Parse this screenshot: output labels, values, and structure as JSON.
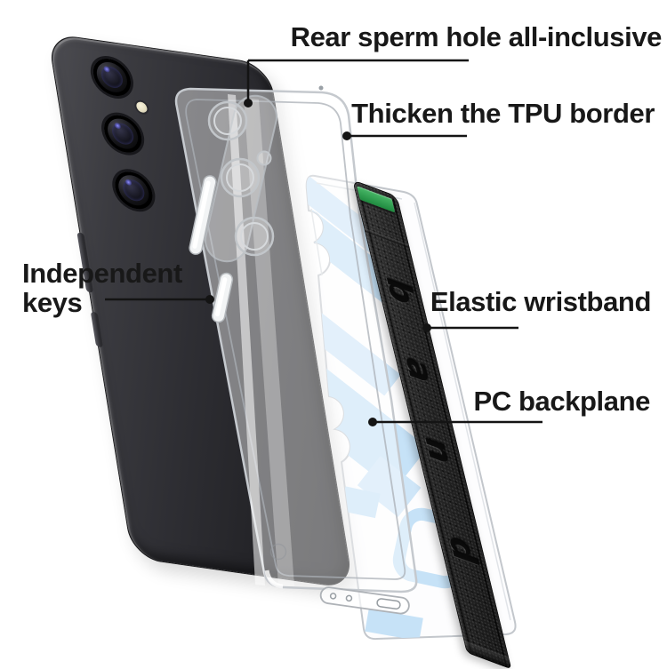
{
  "callouts": {
    "rear_hole": {
      "label": "Rear sperm hole all-inclusive"
    },
    "tpu_border": {
      "label": "Thicken the TPU border"
    },
    "independent_keys": {
      "label": "Independent\nkeys"
    },
    "wristband": {
      "label": "Elastic wristband"
    },
    "backplane": {
      "label": "PC backplane"
    }
  },
  "wristband": {
    "letters": [
      "b",
      "a",
      "n",
      "d"
    ],
    "elastic_color": "#2f9e4a",
    "strap_color": "#232323"
  },
  "product": {
    "phone_color": "#2c2c30",
    "backplane_pattern_color": "#c6e2f7",
    "case_edge_color": "#c5c9ce",
    "callout_color": "#141414"
  }
}
